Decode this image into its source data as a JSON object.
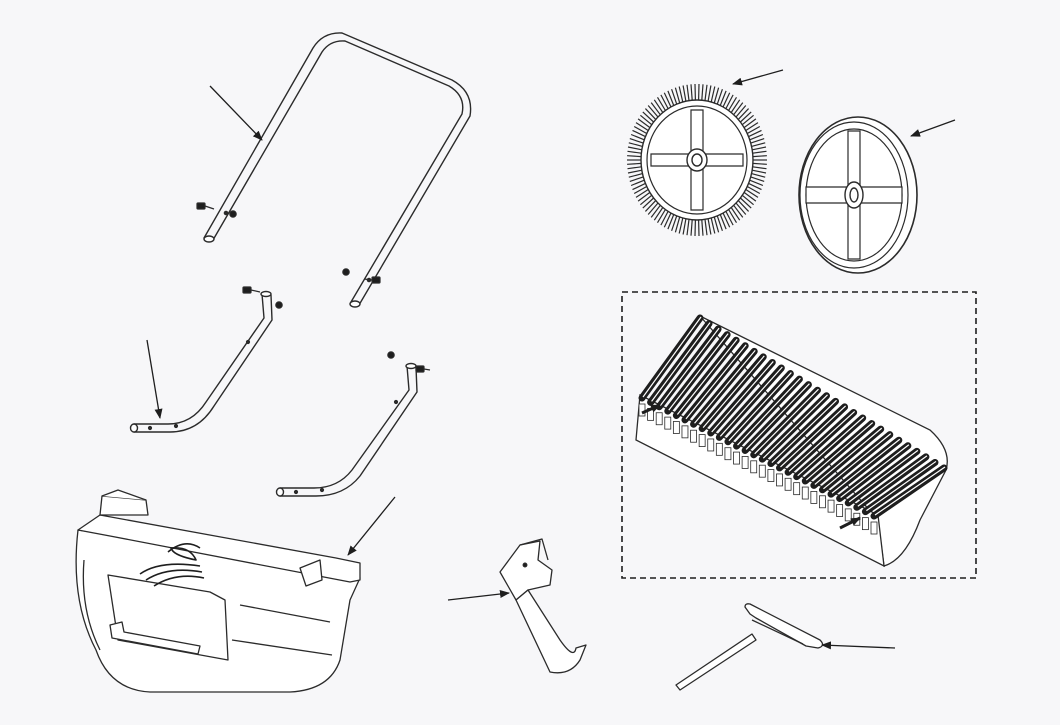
{
  "diagram": {
    "kind": "exploded parts view",
    "colors": {
      "background": "#f7f7f9",
      "stroke": "#2b2b2b",
      "fill": "#ffffff",
      "dark": "#1e1e1e"
    },
    "parts": [
      {
        "id": "upper-handle",
        "icon": "u-shaped-handle-icon"
      },
      {
        "id": "lower-left-handle",
        "icon": "bent-tube-icon"
      },
      {
        "id": "lower-right-handle",
        "icon": "bent-tube-icon"
      },
      {
        "id": "hopper",
        "icon": "hopper-bin-icon"
      },
      {
        "id": "bracket",
        "icon": "bracket-icon"
      },
      {
        "id": "brush-wheel",
        "icon": "brush-wheel-icon"
      },
      {
        "id": "plain-wheel",
        "icon": "wheel-icon"
      },
      {
        "id": "sweeper-brush-detail",
        "icon": "brush-roller-icon"
      },
      {
        "id": "hex-key",
        "icon": "allen-key-icon"
      }
    ],
    "callout_count": 8
  }
}
